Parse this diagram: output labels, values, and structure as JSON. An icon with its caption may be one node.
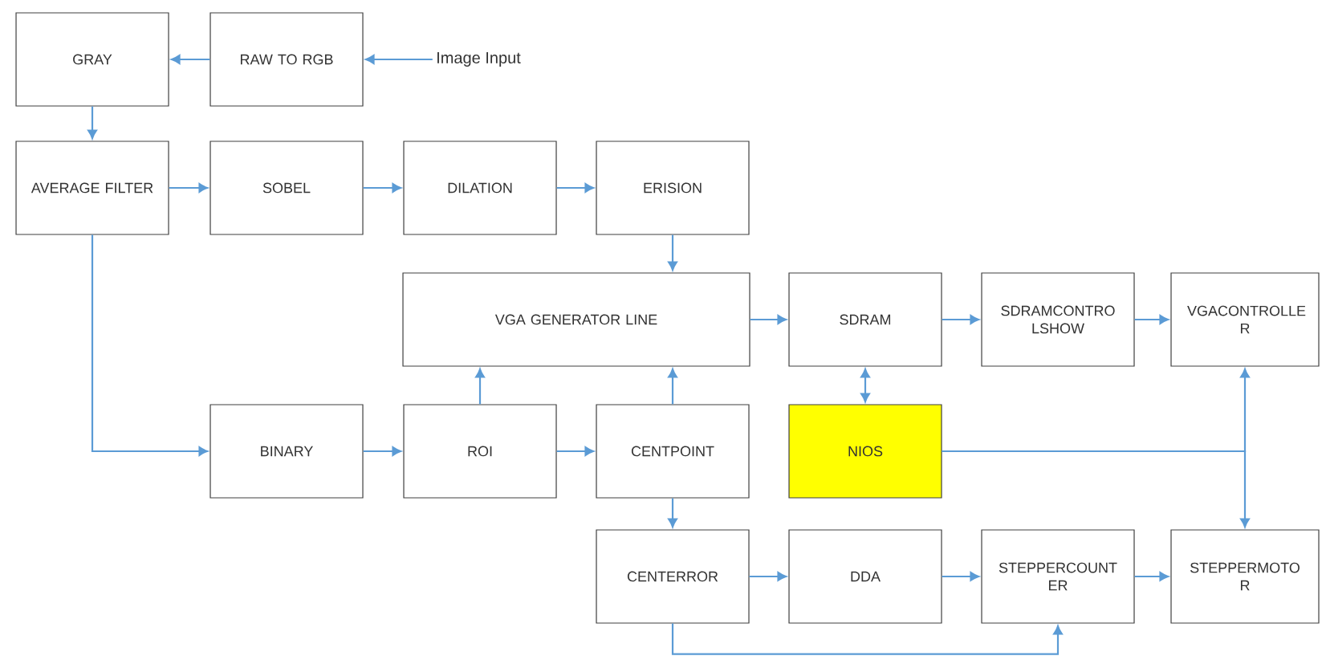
{
  "diagram": {
    "nodes": [
      {
        "text": [
          "GRAY"
        ]
      },
      {
        "text": [
          "RAW TO RGB"
        ]
      },
      {
        "text": [
          "Image Input"
        ]
      },
      {
        "text": [
          "AVERAGE FILTER"
        ]
      },
      {
        "text": [
          "SOBEL"
        ]
      },
      {
        "text": [
          "DILATION"
        ]
      },
      {
        "text": [
          "ERISION"
        ]
      },
      {
        "text": [
          "VGA GENERATOR LINE"
        ]
      },
      {
        "text": [
          "SDRAM"
        ]
      },
      {
        "text": [
          "SDRAMCONTRO LSHOW"
        ]
      },
      {
        "text": [
          "VGACONTROLLE R"
        ]
      },
      {
        "text": [
          "BINARY"
        ]
      },
      {
        "text": [
          "ROI"
        ]
      },
      {
        "text": [
          "CENTPOINT"
        ]
      },
      {
        "text": [
          "NIOS"
        ]
      },
      {
        "text": [
          "CENTERROR"
        ]
      },
      {
        "text": [
          "DDA"
        ]
      },
      {
        "text": [
          "STEPPERCOUNT ER"
        ]
      },
      {
        "text": [
          "STEPPERMOTO R"
        ]
      }
    ],
    "edges": [
      {
        "from": 2,
        "to": 1,
        "arrow": "to"
      },
      {
        "from": 1,
        "to": 0,
        "arrow": "to"
      },
      {
        "from": 0,
        "to": 3,
        "arrow": "to"
      },
      {
        "from": 3,
        "to": 4,
        "arrow": "to"
      },
      {
        "from": 4,
        "to": 5,
        "arrow": "to"
      },
      {
        "from": 5,
        "to": 6,
        "arrow": "to"
      },
      {
        "from": 6,
        "to": 7,
        "arrow": "to"
      },
      {
        "from": 3,
        "to": 11,
        "arrow": "to"
      },
      {
        "from": 11,
        "to": 12,
        "arrow": "to"
      },
      {
        "from": 12,
        "to": 13,
        "arrow": "to"
      },
      {
        "from": 12,
        "to": 7,
        "arrow": "to"
      },
      {
        "from": 13,
        "to": 7,
        "arrow": "to"
      },
      {
        "from": 7,
        "to": 8,
        "arrow": "to"
      },
      {
        "from": 8,
        "to": 9,
        "arrow": "to"
      },
      {
        "from": 9,
        "to": 10,
        "arrow": "to"
      },
      {
        "from": 8,
        "to": 14,
        "arrow": "both"
      },
      {
        "from": 14,
        "to": 10,
        "arrow": "to"
      },
      {
        "from": 14,
        "to": 18,
        "arrow": "to"
      },
      {
        "from": 13,
        "to": 15,
        "arrow": "to"
      },
      {
        "from": 15,
        "to": 16,
        "arrow": "to"
      },
      {
        "from": 16,
        "to": 17,
        "arrow": "to"
      },
      {
        "from": 17,
        "to": 18,
        "arrow": "to"
      },
      {
        "from": 15,
        "to": 17,
        "arrow": "to"
      }
    ]
  }
}
